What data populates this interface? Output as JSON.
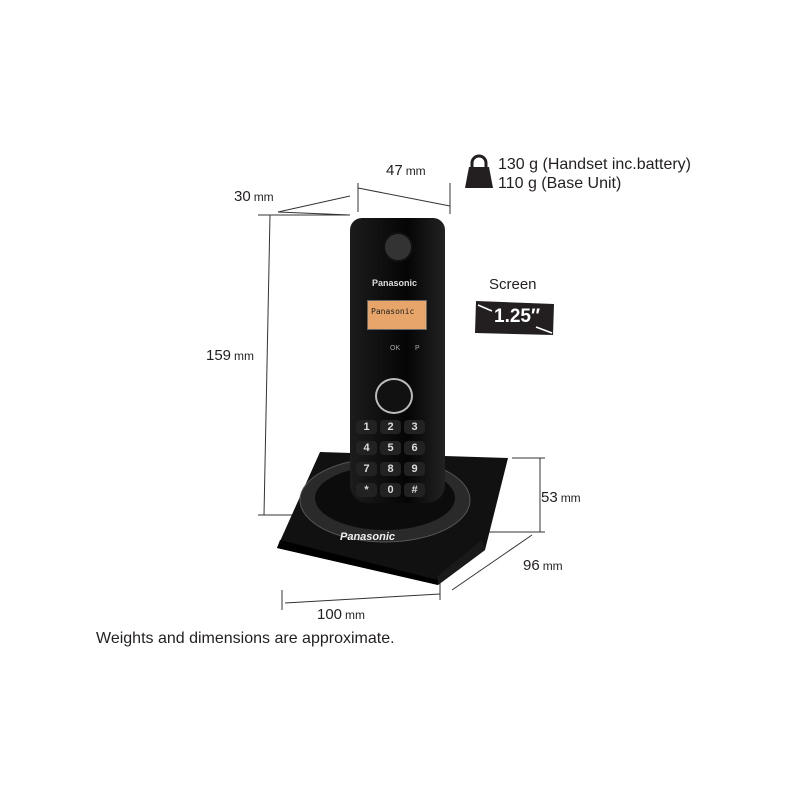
{
  "dimensions": {
    "width": {
      "value": "47",
      "unit": "mm"
    },
    "depth": {
      "value": "30",
      "unit": "mm"
    },
    "handset_height": {
      "value": "159",
      "unit": "mm"
    },
    "base_height": {
      "value": "53",
      "unit": "mm"
    },
    "base_depth": {
      "value": "96",
      "unit": "mm"
    },
    "base_width": {
      "value": "100",
      "unit": "mm"
    }
  },
  "weight": {
    "icon": "weight-icon",
    "handset": "130 g (Handset inc.battery)",
    "base": "110 g (Base Unit)"
  },
  "screen": {
    "label": "Screen",
    "size": "1.25″"
  },
  "phone": {
    "brand": "Panasonic",
    "display_text": "Panasonic",
    "soft_keys": [
      "OK",
      "P"
    ],
    "keys": [
      "1",
      "2",
      "3",
      "4",
      "5",
      "6",
      "7",
      "8",
      "9",
      "*",
      "0",
      "#"
    ]
  },
  "footnote": "Weights and dimensions are approximate."
}
